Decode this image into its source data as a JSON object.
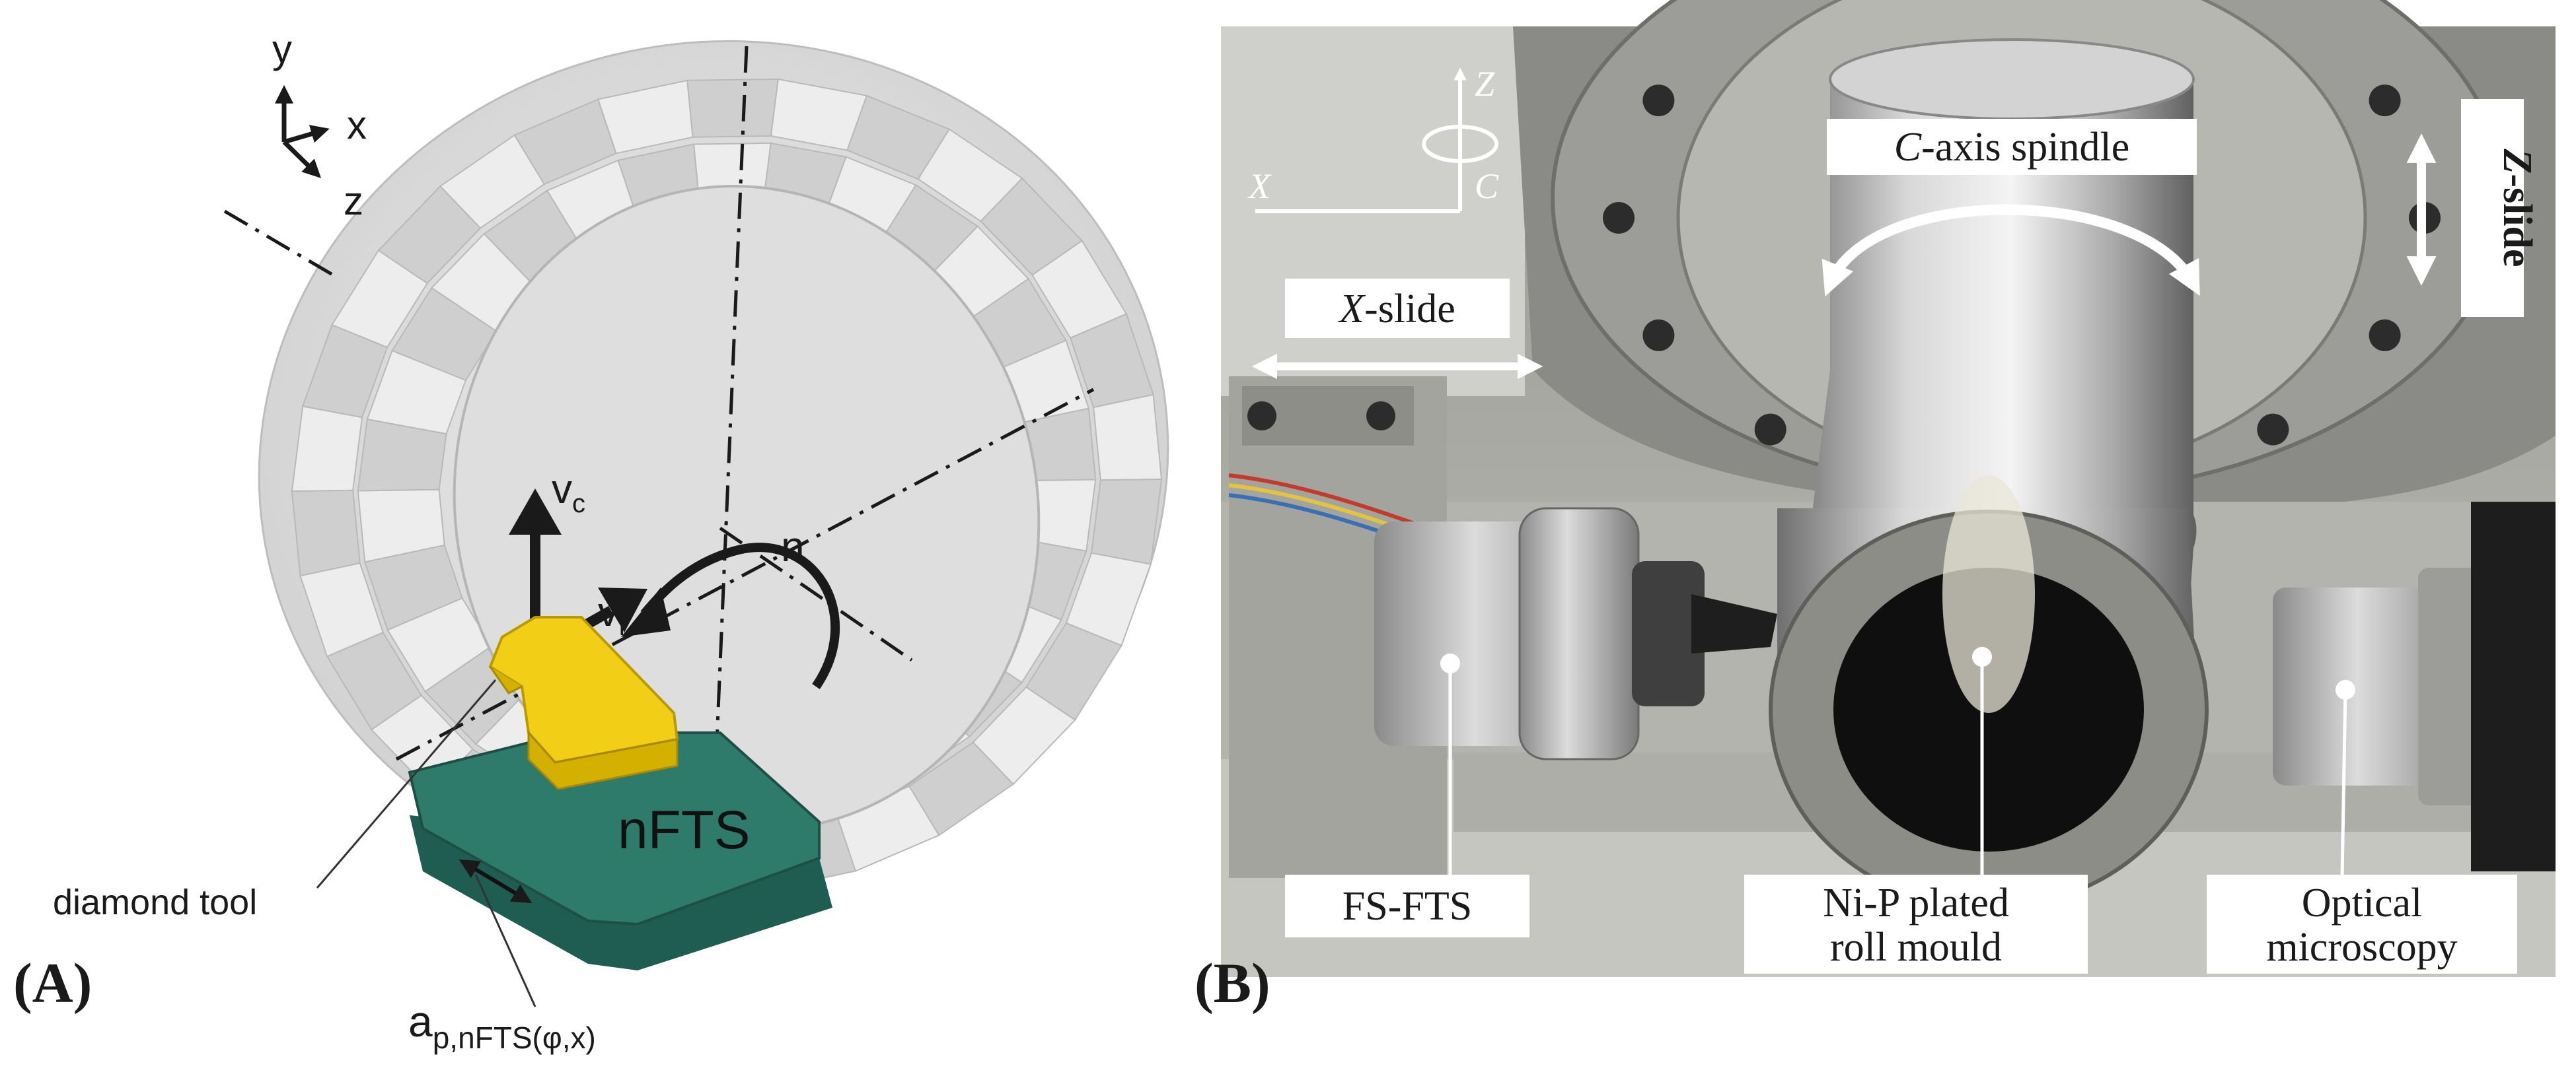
{
  "panel_a": {
    "label": "(A)",
    "axes": {
      "y": "y",
      "x": "x",
      "z": "z"
    },
    "rotation_label": "n",
    "velocity_c": {
      "base": "v",
      "sub": "c"
    },
    "velocity_f": {
      "base": "v",
      "sub": "f"
    },
    "actuator_label": "nFTS",
    "tool_label": "diamond tool",
    "depth_label": {
      "base": "a",
      "sub": "p,nFTS(φ,x)"
    },
    "colors": {
      "disk": "#d9d9d9",
      "actuator": "#2e7a6b",
      "tool": "#f2cf16"
    }
  },
  "panel_b": {
    "label": "(B)",
    "axes": {
      "z": "Z",
      "x": "X",
      "c": "C"
    },
    "spindle_label": {
      "italic": "C",
      "rest": "-axis spindle"
    },
    "x_slide_label": {
      "italic": "X",
      "rest": "-slide"
    },
    "z_slide_label": {
      "italic": "Z",
      "rest": "-slide"
    },
    "fts_label": "FS-FTS",
    "mould_label": [
      "Ni-P plated",
      "roll mould"
    ],
    "microscopy_label": [
      "Optical",
      "microscopy"
    ]
  }
}
